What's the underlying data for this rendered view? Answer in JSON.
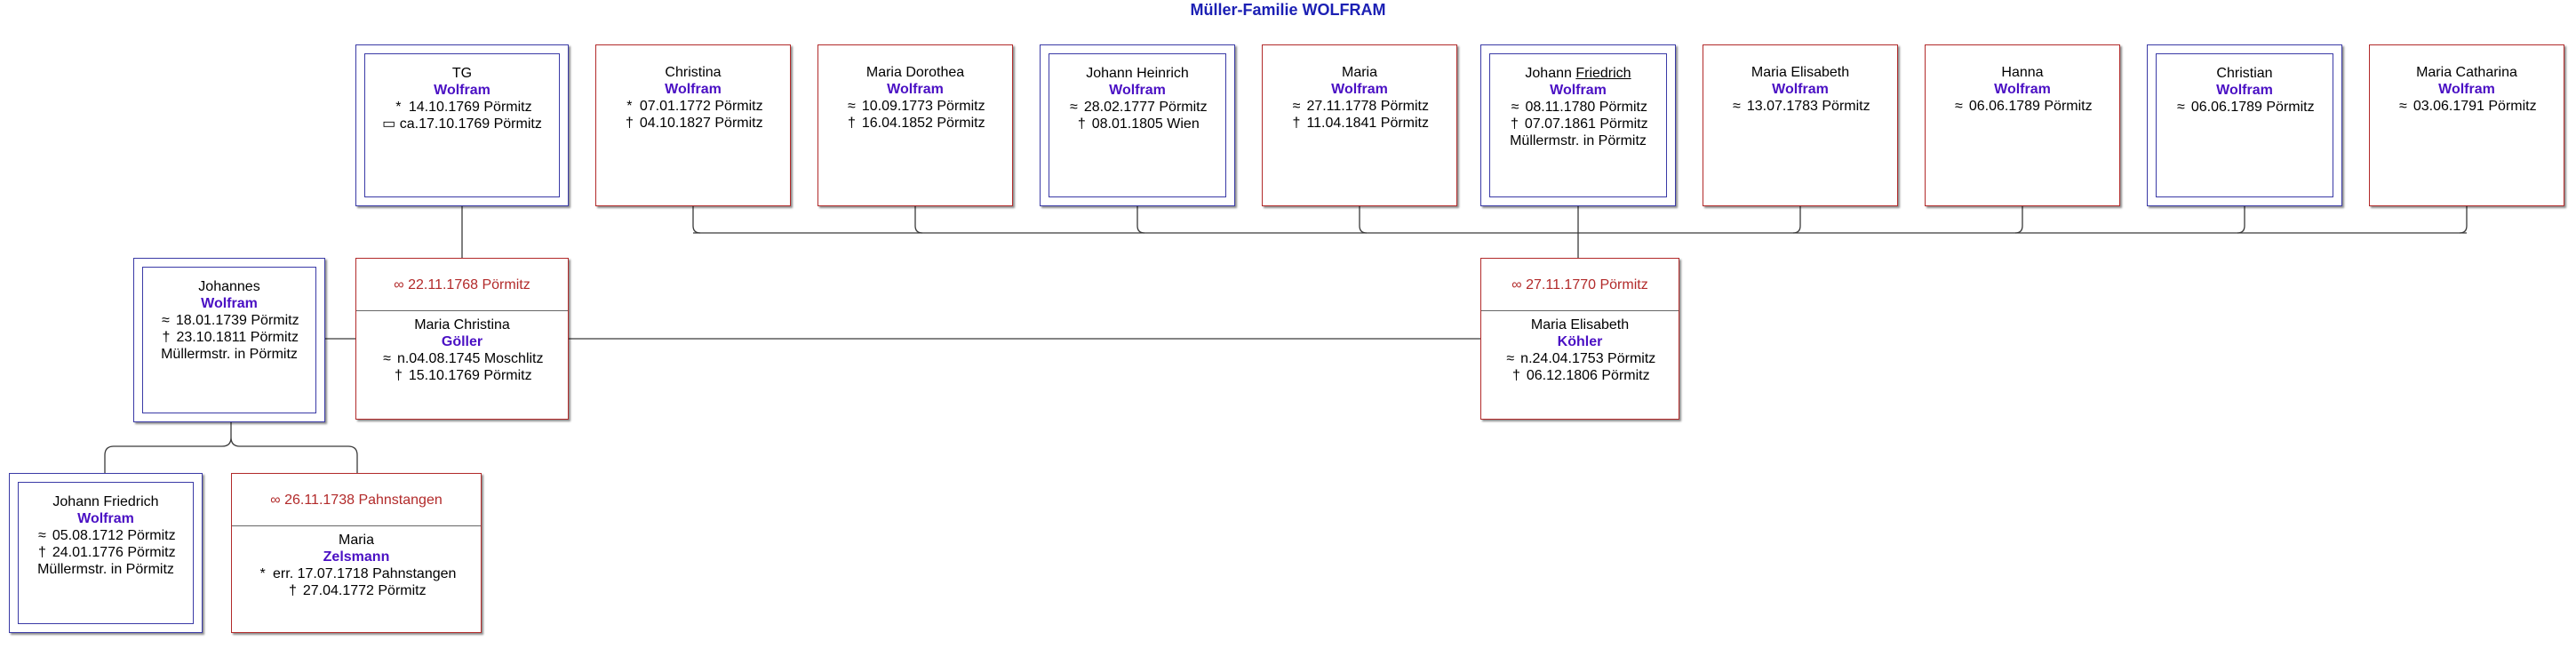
{
  "title": "Müller-Familie WOLFRAM",
  "marriages": [
    {
      "id": "m1",
      "date": "∞  22.11.1768 Pörmitz",
      "spouse": {
        "given": "Maria Christina",
        "surname": "Göller",
        "lines": [
          [
            "≈",
            "n.04.08.1745 Moschlitz"
          ],
          [
            "†",
            "15.10.1769 Pörmitz"
          ]
        ]
      }
    },
    {
      "id": "m2",
      "date": "∞  27.11.1770 Pörmitz",
      "spouse": {
        "given": "Maria Elisabeth",
        "surname": "Köhler",
        "lines": [
          [
            "≈",
            "n.24.04.1753 Pörmitz"
          ],
          [
            "†",
            "06.12.1806 Pörmitz"
          ]
        ]
      }
    },
    {
      "id": "m3",
      "date": "∞  26.11.1738 Pahnstangen",
      "spouse": {
        "given": "Maria",
        "surname": "Zelsmann",
        "lines": [
          [
            "*",
            "err. 17.07.1718 Pahnstangen"
          ],
          [
            "†",
            "27.04.1772 Pörmitz"
          ]
        ]
      }
    }
  ],
  "persons": [
    {
      "id": "p_tg",
      "sex": "m",
      "given": "TG",
      "surname": "Wolfram",
      "lines": [
        [
          "*",
          "14.10.1769 Pörmitz"
        ],
        [
          "▭",
          "ca.17.10.1769 Pörmitz"
        ]
      ]
    },
    {
      "id": "p_christina",
      "sex": "f",
      "given": "Christina",
      "surname": "Wolfram",
      "lines": [
        [
          "*",
          "07.01.1772 Pörmitz"
        ],
        [
          "†",
          "04.10.1827 Pörmitz"
        ]
      ]
    },
    {
      "id": "p_mariadorothea",
      "sex": "f",
      "given": "Maria Dorothea",
      "surname": "Wolfram",
      "lines": [
        [
          "≈",
          "10.09.1773 Pörmitz"
        ],
        [
          "†",
          "16.04.1852 Pörmitz"
        ]
      ]
    },
    {
      "id": "p_johannheinrich",
      "sex": "m",
      "given": "Johann Heinrich",
      "surname": "Wolfram",
      "lines": [
        [
          "≈",
          "28.02.1777 Pörmitz"
        ],
        [
          "†",
          "08.01.1805 Wien"
        ]
      ]
    },
    {
      "id": "p_maria",
      "sex": "f",
      "given": "Maria",
      "surname": "Wolfram",
      "lines": [
        [
          "≈",
          "27.11.1778 Pörmitz"
        ],
        [
          "†",
          "11.04.1841 Pörmitz"
        ]
      ]
    },
    {
      "id": "p_johannfriedrich2",
      "sex": "m",
      "given_pre": "Johann ",
      "given_ul": "Friedrich",
      "surname": "Wolfram",
      "lines": [
        [
          "≈",
          "08.11.1780 Pörmitz"
        ],
        [
          "†",
          "07.07.1861 Pörmitz"
        ],
        [
          "",
          "Müllermstr. in Pörmitz"
        ]
      ]
    },
    {
      "id": "p_mariaelisabeth",
      "sex": "f",
      "given": "Maria Elisabeth",
      "surname": "Wolfram",
      "lines": [
        [
          "≈",
          "13.07.1783 Pörmitz"
        ]
      ]
    },
    {
      "id": "p_hanna",
      "sex": "f",
      "given": "Hanna",
      "surname": "Wolfram",
      "lines": [
        [
          "≈",
          "06.06.1789 Pörmitz"
        ]
      ]
    },
    {
      "id": "p_christian",
      "sex": "m",
      "given": "Christian",
      "surname": "Wolfram",
      "lines": [
        [
          "≈",
          "06.06.1789 Pörmitz"
        ]
      ]
    },
    {
      "id": "p_mariacatharina",
      "sex": "f",
      "given": "Maria Catharina",
      "surname": "Wolfram",
      "lines": [
        [
          "≈",
          "03.06.1791 Pörmitz"
        ]
      ]
    },
    {
      "id": "p_johannes",
      "sex": "m",
      "given": "Johannes",
      "surname": "Wolfram",
      "lines": [
        [
          "≈",
          "18.01.1739 Pörmitz"
        ],
        [
          "†",
          "23.10.1811 Pörmitz"
        ],
        [
          "",
          "Müllermstr. in Pörmitz"
        ]
      ]
    },
    {
      "id": "p_johannfriedrich1",
      "sex": "m",
      "given": "Johann Friedrich",
      "surname": "Wolfram",
      "lines": [
        [
          "≈",
          "05.08.1712 Pörmitz"
        ],
        [
          "†",
          "24.01.1776 Pörmitz"
        ],
        [
          "",
          "Müllermstr. in Pörmitz"
        ]
      ]
    }
  ]
}
